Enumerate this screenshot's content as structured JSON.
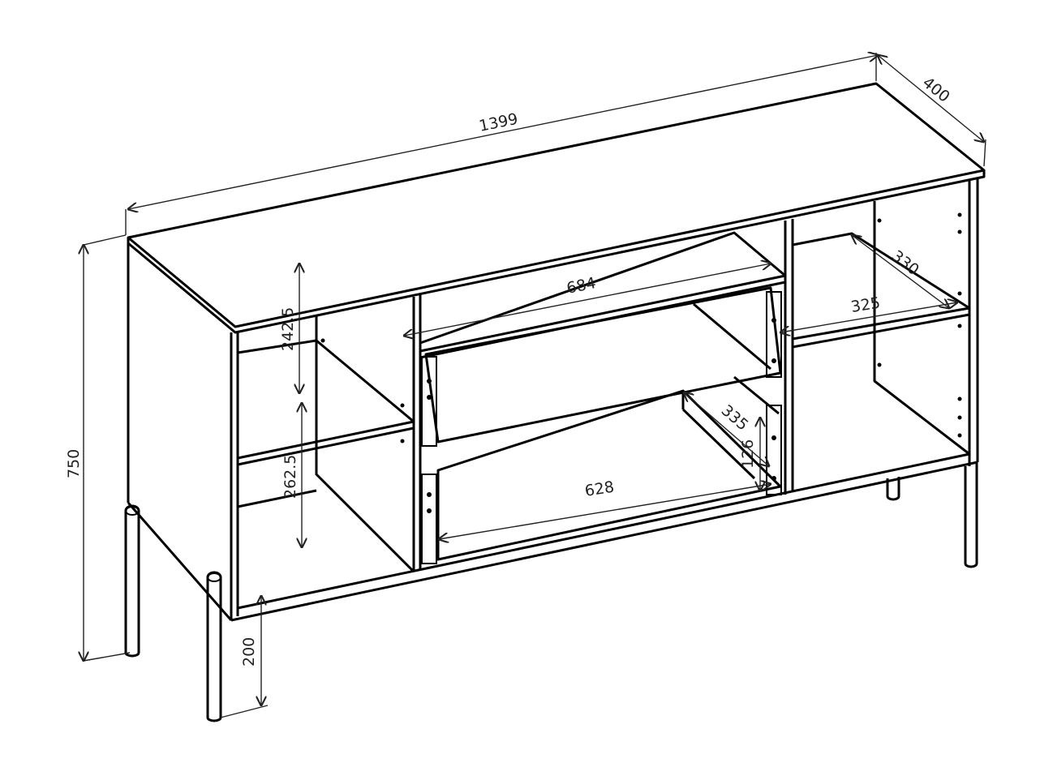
{
  "figure": {
    "type": "technical-drawing",
    "subject": "sideboard / TV cabinet with legs, open shelves and two drawers",
    "units": "mm"
  },
  "dimensions": {
    "width": "1399",
    "depth": "400",
    "height": "750",
    "leg_height": "200",
    "left_upper_compartment_height": "242.5",
    "left_lower_compartment_height": "262.5",
    "middle_upper_width": "684",
    "drawer_width": "628",
    "drawer_depth": "335",
    "drawer_height": "126",
    "right_shelf_width": "325",
    "right_shelf_depth": "330"
  },
  "colors": {
    "line": "#000000",
    "background": "#ffffff"
  }
}
